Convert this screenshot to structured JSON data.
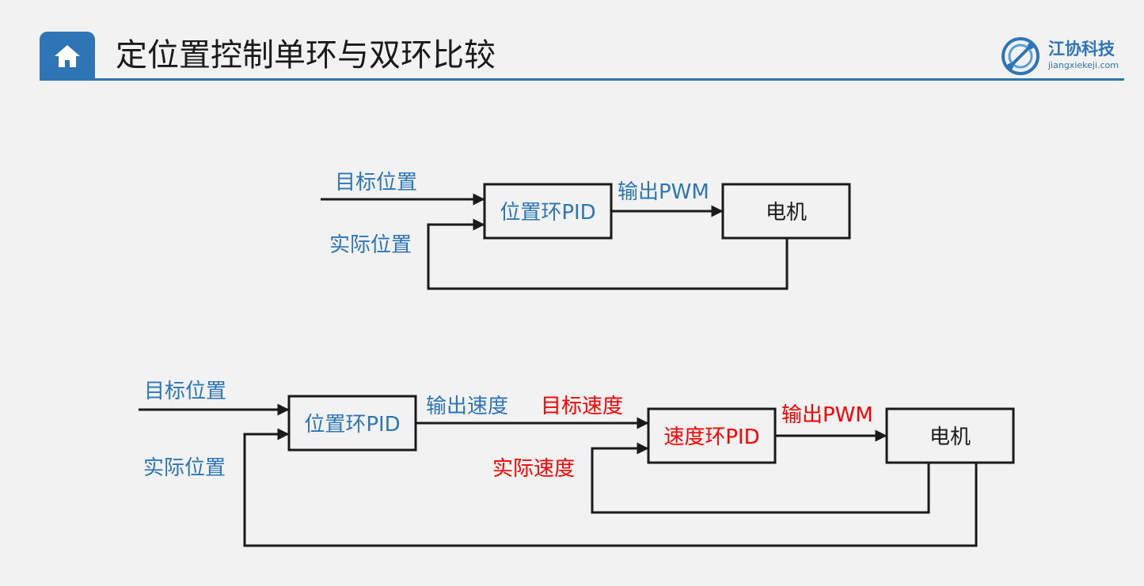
{
  "header": {
    "title": "定位置控制单环与双环比较",
    "logo_name": "江协科技",
    "logo_url": "jiangxiekeji.com",
    "accent_color": "#2e75b6",
    "home_icon": "home-icon"
  },
  "single_loop": {
    "target_label": "目标位置",
    "feedback_label": "实际位置",
    "controller_label": "位置环PID",
    "output_label": "输出PWM",
    "motor_label": "电机"
  },
  "double_loop": {
    "target_label": "目标位置",
    "feedback_label": "实际位置",
    "outer_controller_label": "位置环PID",
    "outer_output_label": "输出速度",
    "inner_target_label": "目标速度",
    "inner_controller_label": "速度环PID",
    "inner_feedback_label": "实际速度",
    "inner_output_label": "输出PWM",
    "motor_label": "电机"
  },
  "colors": {
    "outer_loop_text": "#2e75b6",
    "inner_loop_text": "#ff0000"
  }
}
